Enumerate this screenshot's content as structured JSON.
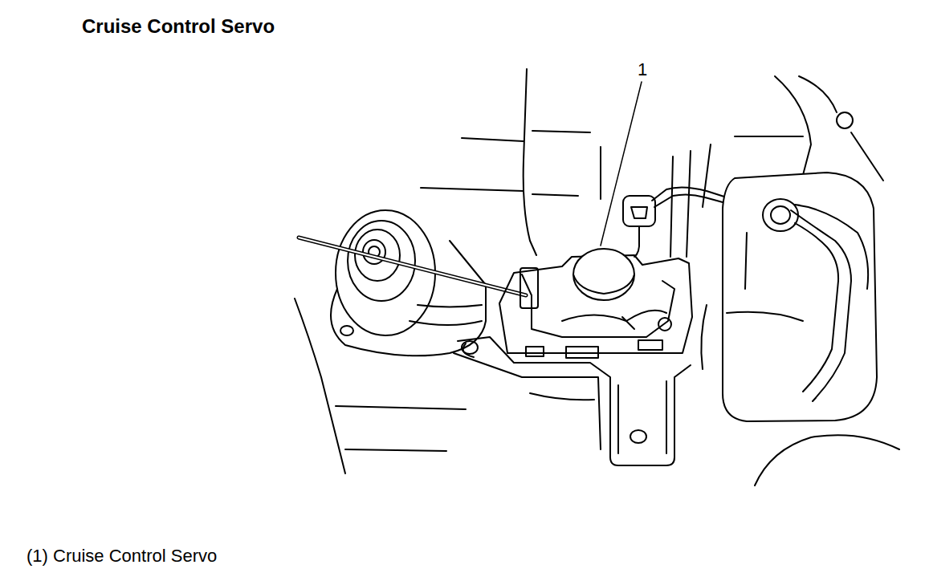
{
  "diagram": {
    "title": "Cruise Control Servo",
    "caption": "(1) Cruise Control Servo",
    "labels": [
      "1"
    ]
  }
}
